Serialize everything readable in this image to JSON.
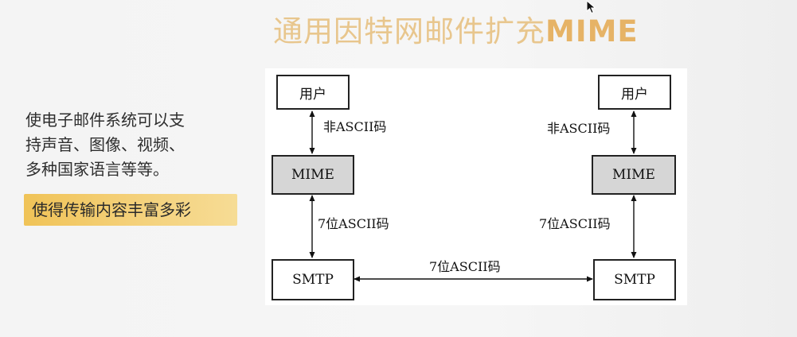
{
  "slide": {
    "title_cn": "通用因特网邮件扩充",
    "title_en": "MIME",
    "description_lines": [
      "使电子邮件系统可以支",
      "持声音、图像、视频、",
      "多种国家语言等等。"
    ],
    "highlight": "使得传输内容丰富多彩"
  },
  "diagram": {
    "left": {
      "user": "用户",
      "mime": "MIME",
      "smtp": "SMTP",
      "label_user_mime": "非ASCII码",
      "label_mime_smtp": "7位ASCII码"
    },
    "right": {
      "user": "用户",
      "mime": "MIME",
      "smtp": "SMTP",
      "label_user_mime": "非ASCII码",
      "label_mime_smtp": "7位ASCII码"
    },
    "label_smtp_smtp": "7位ASCII码"
  },
  "colors": {
    "title": "#e8c68d",
    "title_accent": "#e6b366",
    "highlight_bg": "#f2c865",
    "mime_box": "#d6d6d6"
  },
  "icons": {
    "cursor": "mouse-pointer-icon"
  }
}
